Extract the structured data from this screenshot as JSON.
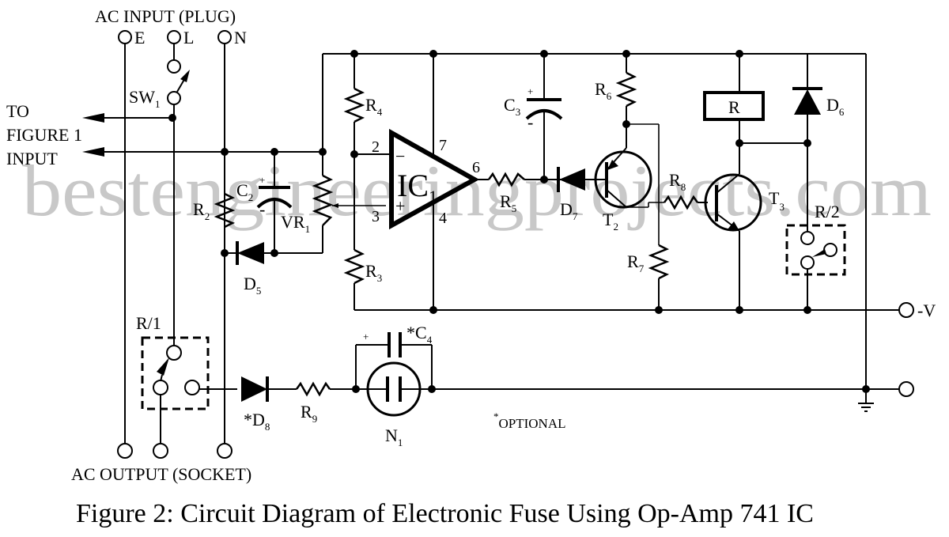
{
  "watermark": "bestengineeringprojects.com",
  "caption": "Figure 2: Circuit Diagram of Electronic Fuse Using Op-Amp 741 IC",
  "ac_input": {
    "title": "AC INPUT (PLUG)",
    "terminals": [
      "E",
      "L",
      "N"
    ]
  },
  "ac_output": {
    "title": "AC OUTPUT (SOCKET)"
  },
  "to_figure": {
    "line1": "TO",
    "line2": "FIGURE 1",
    "line3": "INPUT"
  },
  "components": {
    "sw1": {
      "name": "SW",
      "sub": "1"
    },
    "r2": {
      "name": "R",
      "sub": "2"
    },
    "r3": {
      "name": "R",
      "sub": "3"
    },
    "r4": {
      "name": "R",
      "sub": "4"
    },
    "r5": {
      "name": "R",
      "sub": "5"
    },
    "r6": {
      "name": "R",
      "sub": "6"
    },
    "r7": {
      "name": "R",
      "sub": "7"
    },
    "r8": {
      "name": "R",
      "sub": "8"
    },
    "r9": {
      "name": "R",
      "sub": "9"
    },
    "c2": {
      "name": "C",
      "sub": "2"
    },
    "c3": {
      "name": "C",
      "sub": "3"
    },
    "c4": {
      "name": "*C",
      "sub": "4"
    },
    "vr1": {
      "name": "VR",
      "sub": "1"
    },
    "d5": {
      "name": "D",
      "sub": "5"
    },
    "d6": {
      "name": "D",
      "sub": "6"
    },
    "d7": {
      "name": "D",
      "sub": "7"
    },
    "d8": {
      "name": "*D",
      "sub": "8"
    },
    "t2": {
      "name": "T",
      "sub": "2"
    },
    "t3": {
      "name": "T",
      "sub": "3"
    },
    "n1": {
      "name": "N",
      "sub": "1"
    },
    "ic1": {
      "name": "IC",
      "sub": "1"
    },
    "relay": {
      "name": "R"
    },
    "r1_contact": {
      "name": "R/1"
    },
    "r2_contact": {
      "name": "R/2"
    }
  },
  "ic_pins": {
    "inv": "2",
    "noninv": "3",
    "out": "6",
    "vplus": "7",
    "vminus": "4",
    "minus_sign": "−",
    "plus_sign": "+"
  },
  "polarity": {
    "plus": "+",
    "minus": "-"
  },
  "supply": {
    "neg": "-V"
  },
  "optional_note": {
    "star": "*",
    "text": "OPTIONAL"
  }
}
